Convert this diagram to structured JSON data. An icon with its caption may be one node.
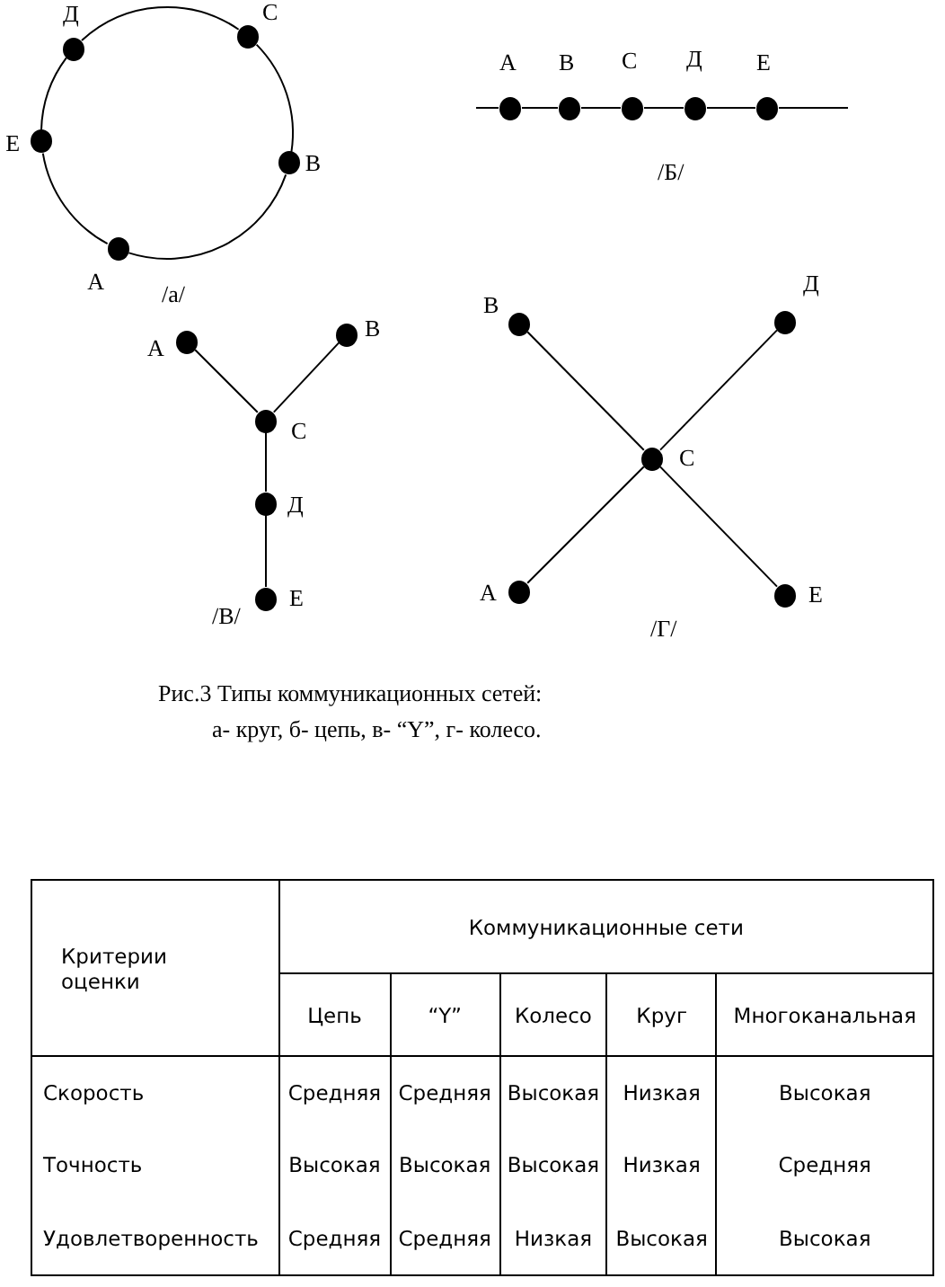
{
  "diagram": {
    "caption": "Рис.3 Типы коммуникационных сетей: а- круг, б- цепь, в- “Y”, г- колесо.",
    "nodes": [
      {
        "text": [
          "Д"
        ]
      },
      {
        "text": [
          "С"
        ]
      },
      {
        "text": [
          "Е"
        ]
      },
      {
        "text": [
          "В"
        ]
      },
      {
        "text": [
          "А"
        ]
      },
      {
        "text": [
          "А"
        ]
      },
      {
        "text": [
          "В"
        ]
      },
      {
        "text": [
          "С"
        ]
      },
      {
        "text": [
          "Д"
        ]
      },
      {
        "text": [
          "Е"
        ]
      },
      {
        "text": [
          "А"
        ]
      },
      {
        "text": [
          "В"
        ]
      },
      {
        "text": [
          "С"
        ]
      },
      {
        "text": [
          "Д"
        ]
      },
      {
        "text": [
          "Е"
        ]
      },
      {
        "text": [
          "В"
        ]
      },
      {
        "text": [
          "Д"
        ]
      },
      {
        "text": [
          "С"
        ]
      },
      {
        "text": [
          "А"
        ]
      },
      {
        "text": [
          "Е"
        ]
      }
    ],
    "edges": [
      {
        "from": 4,
        "to": 3,
        "arrow": "none"
      },
      {
        "from": 3,
        "to": 1,
        "arrow": "none"
      },
      {
        "from": 1,
        "to": 0,
        "arrow": "none"
      },
      {
        "from": 0,
        "to": 2,
        "arrow": "none"
      },
      {
        "from": 2,
        "to": 4,
        "arrow": "none"
      },
      {
        "from": null,
        "to": 5,
        "arrow": "none"
      },
      {
        "from": 5,
        "to": 6,
        "arrow": "none"
      },
      {
        "from": 6,
        "to": 7,
        "arrow": "none"
      },
      {
        "from": 7,
        "to": 8,
        "arrow": "none"
      },
      {
        "from": 8,
        "to": 9,
        "arrow": "none"
      },
      {
        "from": 9,
        "to": null,
        "arrow": "none"
      },
      {
        "from": 10,
        "to": 12,
        "arrow": "none"
      },
      {
        "from": 11,
        "to": 12,
        "arrow": "none"
      },
      {
        "from": 12,
        "to": 13,
        "arrow": "none"
      },
      {
        "from": 13,
        "to": 14,
        "arrow": "none"
      },
      {
        "from": 15,
        "to": 17,
        "arrow": "none"
      },
      {
        "from": 16,
        "to": 17,
        "arrow": "none"
      },
      {
        "from": 18,
        "to": 17,
        "arrow": "none"
      },
      {
        "from": 19,
        "to": 17,
        "arrow": "none"
      }
    ],
    "labels": [
      "/а/",
      "/Б/",
      "/В/",
      "/Г/",
      "Критерии оценки",
      "Коммуникационные сети",
      "Цепь",
      "“Y”",
      "Колесо",
      "Круг",
      "Многоканальная",
      "Скорость",
      "Средняя",
      "Средняя",
      "Высокая",
      "Низкая",
      "Высокая",
      "Точность",
      "Высокая",
      "Высокая",
      "Высокая",
      "Низкая",
      "Средняя",
      "Удовлетворенность",
      "Средняя",
      "Средняя",
      "Низкая",
      "Высокая",
      "Высокая"
    ]
  }
}
